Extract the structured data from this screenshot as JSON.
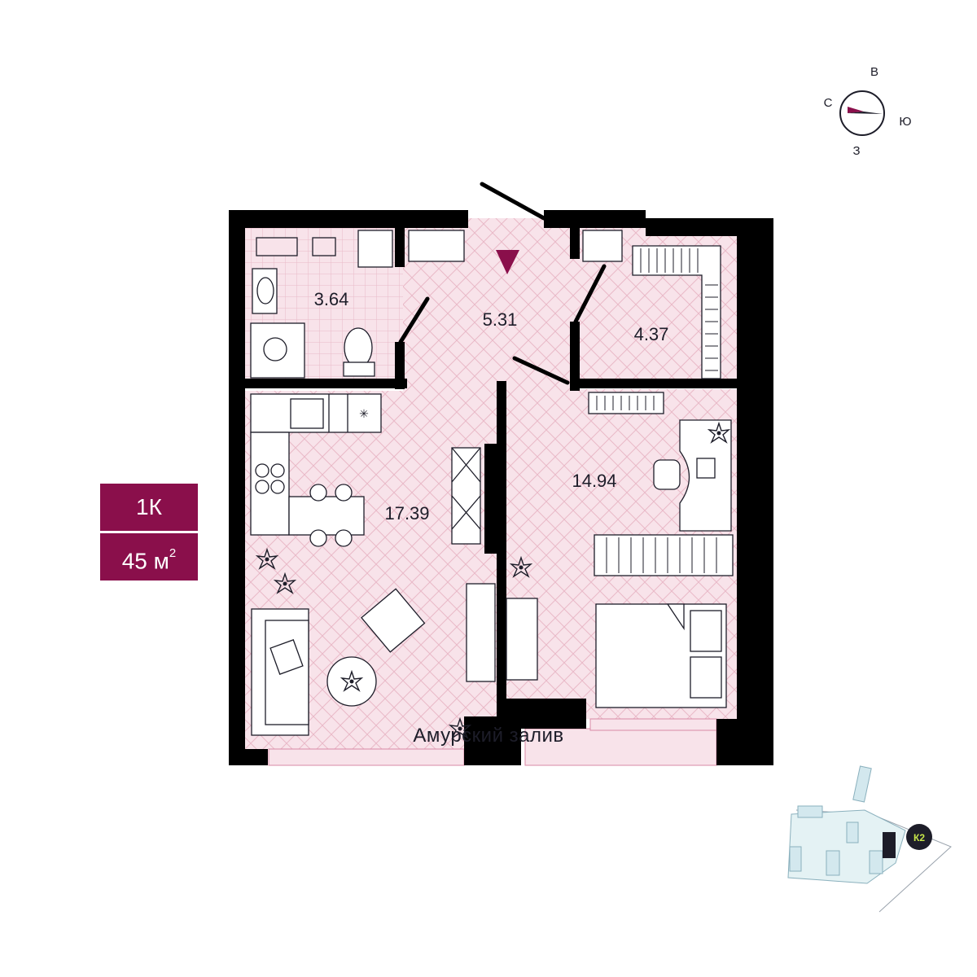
{
  "unit": {
    "rooms": "1К",
    "area_value": "45 м",
    "area_sup": "2"
  },
  "rooms": {
    "bathroom": "3.64",
    "hall": "5.31",
    "wardrobe": "4.37",
    "living_kitchen": "17.39",
    "bedroom": "14.94"
  },
  "compass": {
    "north": "В",
    "east": "Ю",
    "south": "З",
    "west": "С"
  },
  "site_plan": {
    "building_label": "К2"
  },
  "caption": "Амурский залив",
  "colors": {
    "accent": "#8a0f4b",
    "floor": "#f8e3ea",
    "wall": "#000000",
    "ink": "#1d1d29"
  },
  "icons": [
    "compass-icon",
    "entrance-marker-icon",
    "plant-icon",
    "sink-icon",
    "toilet-icon",
    "stove-icon"
  ]
}
